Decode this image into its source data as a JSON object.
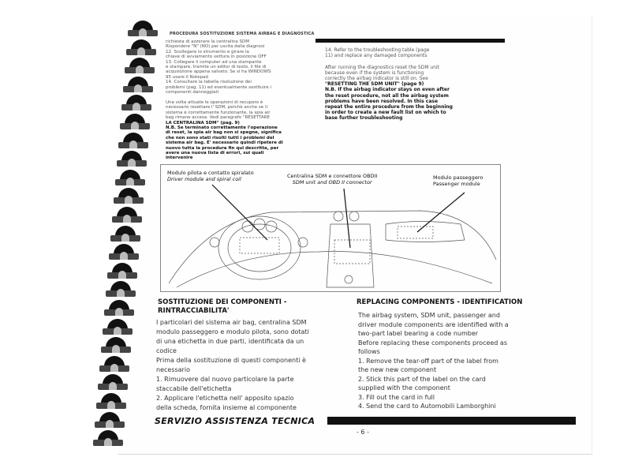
{
  "header": {
    "title": "PROCEDURA SOSTITUZIONE SISTEMA AIRBAG E DIAGNOSTICA"
  },
  "left_top": [
    {
      "t": "richiesta di azzerare la centralina SDM",
      "b": false
    },
    {
      "t": "Rispondere \"N\" (NO) per uscita dalla diagnosi",
      "b": false
    },
    {
      "t": "12.        Scollegare lo strumento e girare la",
      "b": false
    },
    {
      "t": "chiave di avviamento vettura in posizione OFF",
      "b": false
    },
    {
      "t": "13.        Collegare il computer ad una stampante",
      "b": false
    },
    {
      "t": "e stampare, tramite un editor di testo, il file di",
      "b": false
    },
    {
      "t": "acquisizione appena salvato. Se si ha WINDOWS",
      "b": false
    },
    {
      "t": "95 usare il Notepad",
      "b": false
    },
    {
      "t": "14.        Consultare la tabella risoluzione dei",
      "b": false
    },
    {
      "t": "problemi (pag. 11) ed eventualmente sostituire i",
      "b": false
    },
    {
      "t": "componenti danneggiati",
      "b": false
    },
    {
      "t": "",
      "b": false
    },
    {
      "t": "Una volta attuate le operazioni di recupero è",
      "b": false
    },
    {
      "t": "necessario resettare l' SDM, perchè anche se il",
      "b": false
    },
    {
      "t": "sistema è correttamente funzionante, la spia air",
      "b": false
    },
    {
      "t": "bag rimane accesa. Vedi paragrafo \"RESETTARE",
      "b": false
    },
    {
      "t": "LA CENTRALINA SDM\" (pag. 9)",
      "b": true
    },
    {
      "t": "N.B.        Se terminato correttamente l'operazione",
      "b": true
    },
    {
      "t": "di reset, la spia air bag non si spegne, significa",
      "b": true
    },
    {
      "t": "che non sono stati risolti tutti i problemi del",
      "b": true
    },
    {
      "t": "sistema air bag. E' necessario quindi ripetere di",
      "b": true
    },
    {
      "t": "nuovo tutta la procedura fin qui descritta, per",
      "b": true
    },
    {
      "t": "avere una nuova lista di errori, sui quali",
      "b": true
    },
    {
      "t": "intervenire",
      "b": true
    }
  ],
  "right_top": [
    {
      "t": "14.        Refer to the troubleshooting table (page",
      "b": false
    },
    {
      "t": "11) and replace any damaged components",
      "b": false
    },
    {
      "t": "",
      "b": false
    },
    {
      "t": "After running the diagnostics reset the SDM unit",
      "b": false
    },
    {
      "t": "because even if the system is functioning",
      "b": false
    },
    {
      "t": "correctly the airbag indicator is still on. See",
      "b": false
    },
    {
      "t": "\"RESETTING THE SDM UNIT\" (page 9)",
      "b": true
    },
    {
      "t": "N.B.        If the airbag indicator stays on even after",
      "b": true
    },
    {
      "t": "the reset procedure, not all the airbag system",
      "b": true
    },
    {
      "t": "problems have been resolved. In this case",
      "b": true
    },
    {
      "t": "repeat the entire procedure from the beginning",
      "b": true
    },
    {
      "t": "in order to create a new fault list on which to",
      "b": true
    },
    {
      "t": "base further troubleshooting",
      "b": true
    }
  ],
  "diagram": {
    "driver": [
      "Modulo pilota e contatto spiralato",
      "Driver module and spiral coil"
    ],
    "sdm": [
      "Centralina SDM e connettore OBDII",
      "SDM unit and OBD II connector"
    ],
    "passenger": [
      "Modulo passeggero",
      "Passenger module"
    ]
  },
  "left_bottom": {
    "heading": [
      "SOSTITUZIONE DEI COMPONENTI -",
      "RINTRACCIABILITA'"
    ],
    "lines": [
      "I particolari del sistema air bag, centralina SDM",
      "modulo passeggero e modulo pilota, sono dotati",
      "di una etichetta in due parti, identificata da un",
      "codice",
      "Prima della sostituzione di questi componenti è",
      "necessario",
      "1.        Rimuovere dal nuovo particolare la parte",
      "staccabile dell'etichetta",
      "2.        Applicare l'etichetta nell' apposito spazio",
      "della scheda, fornita insieme al componente"
    ]
  },
  "right_bottom": {
    "heading": "REPLACING COMPONENTS - IDENTIFICATION",
    "lines": [
      "The airbag system, SDM unit, passenger and",
      "driver module components are identified with a",
      "two-part label bearing a code number",
      "Before replacing these components proceed as",
      "follows",
      "1.        Remove the tear-off part of the label from",
      "the new new component",
      "2.        Stick this part of the label on the card",
      "supplied with the component",
      "3.        Fill out the card in full",
      "4.        Send the card to Automobili Lamborghini"
    ]
  },
  "footer": {
    "title": "SERVIZIO ASSISTENZA TECNICA",
    "page": "- 6 -"
  }
}
